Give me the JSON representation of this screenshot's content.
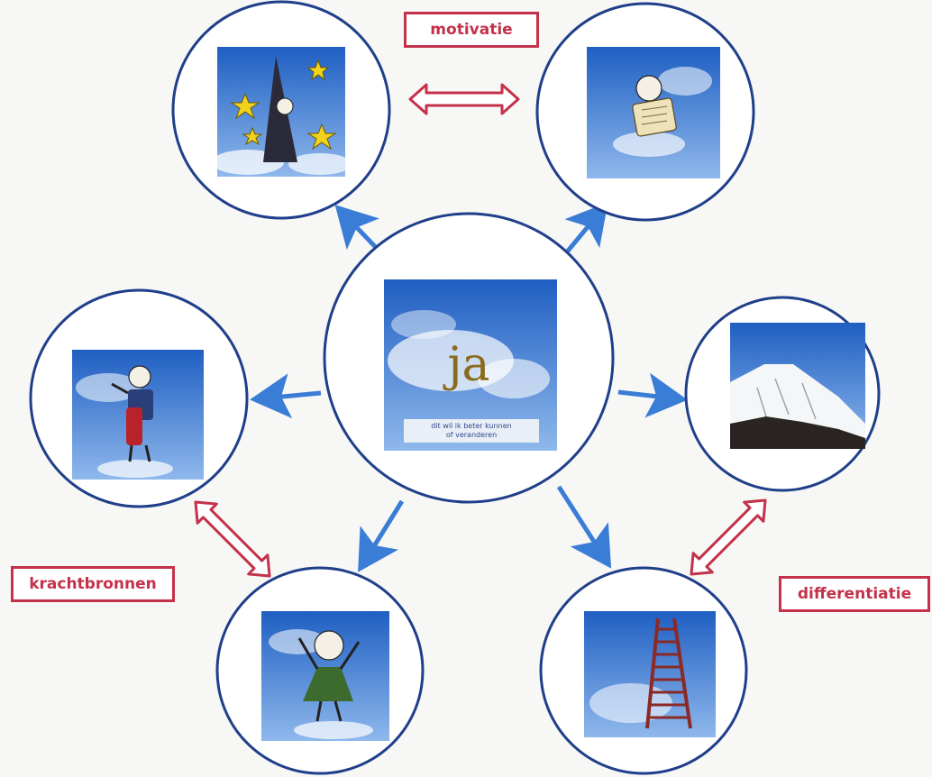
{
  "labels": {
    "motivatie": "motivatie",
    "krachtbronnen": "krachtbronnen",
    "differentiatie": "differentiatie"
  },
  "center": {
    "word": "ja",
    "caption_line1": "dit wil ik beter kunnen",
    "caption_line2": "of veranderen"
  },
  "nodes": [
    {
      "id": "wizard",
      "icon": "wizard-with-stars-icon"
    },
    {
      "id": "scroll-reader",
      "icon": "figure-reading-scroll-icon"
    },
    {
      "id": "boy-with-bag",
      "icon": "boy-with-backpack-icon"
    },
    {
      "id": "mountain",
      "icon": "snowy-mountain-icon"
    },
    {
      "id": "cheering-figure",
      "icon": "cheering-figure-icon"
    },
    {
      "id": "ladder",
      "icon": "ladder-to-sky-icon"
    }
  ],
  "colors": {
    "circle_stroke": "#1f3f8a",
    "arrow_blue": "#3a7dd6",
    "arrow_red": "#c4314b",
    "sky_top": "#1f5fc2",
    "sky_bottom": "#8fb8ec"
  }
}
